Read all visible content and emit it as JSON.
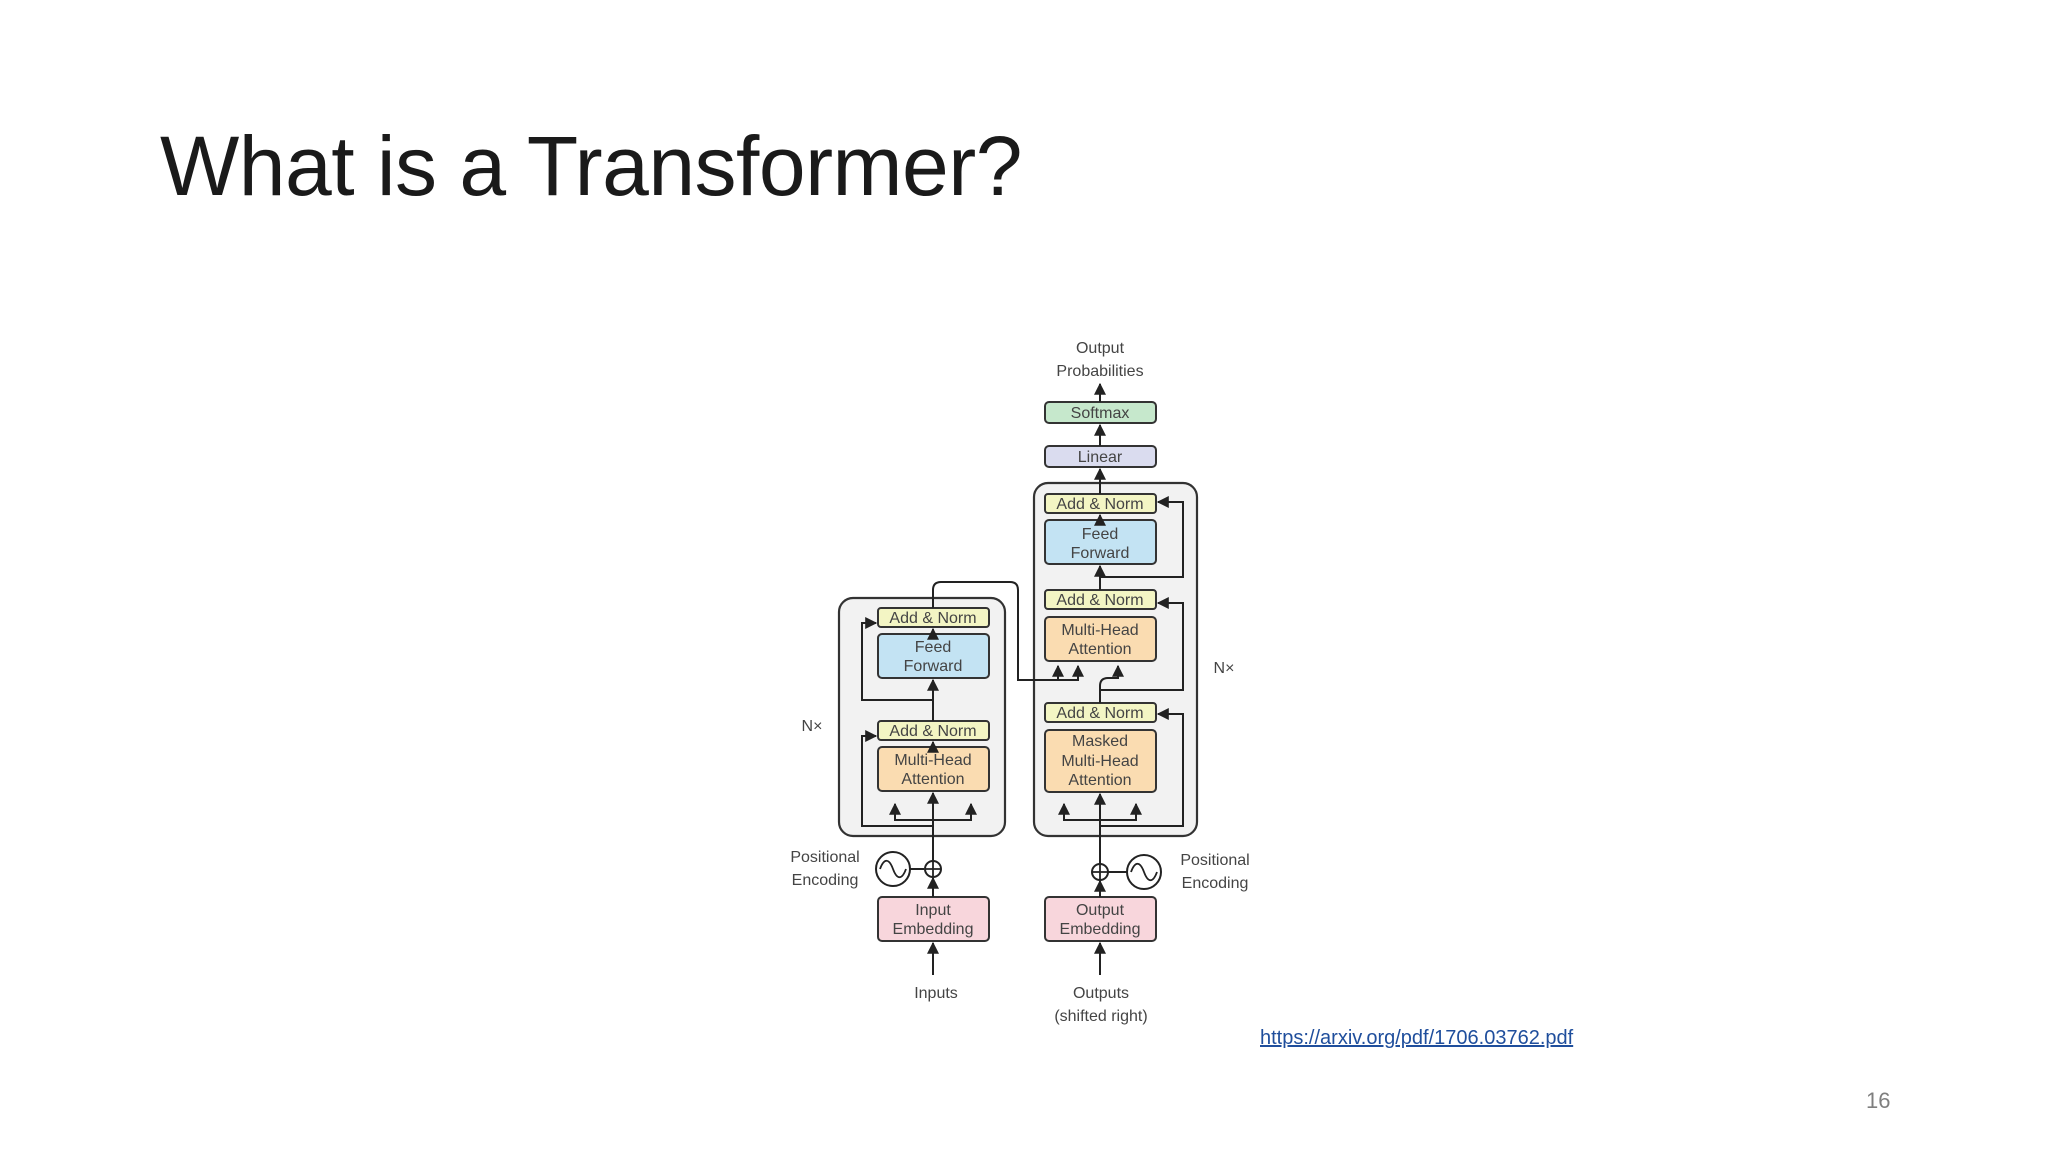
{
  "slide": {
    "title": "What is a Transformer?",
    "link": "https://arxiv.org/pdf/1706.03762.pdf",
    "page_number": "16"
  },
  "diagram": {
    "output_probabilities": [
      "Output",
      "Probabilities"
    ],
    "softmax": "Softmax",
    "linear": "Linear",
    "encoder": {
      "repeat_label": "N×",
      "add_norm_top": "Add & Norm",
      "feed_forward": [
        "Feed",
        "Forward"
      ],
      "add_norm_bottom": "Add & Norm",
      "attention": [
        "Multi-Head",
        "Attention"
      ],
      "positional_encoding": [
        "Positional",
        "Encoding"
      ],
      "embedding": [
        "Input",
        "Embedding"
      ],
      "inputs": "Inputs"
    },
    "decoder": {
      "repeat_label": "N×",
      "add_norm_top": "Add & Norm",
      "feed_forward": [
        "Feed",
        "Forward"
      ],
      "add_norm_mid": "Add & Norm",
      "cross_attention": [
        "Multi-Head",
        "Attention"
      ],
      "add_norm_bottom": "Add & Norm",
      "masked_attention": [
        "Masked",
        "Multi-Head",
        "Attention"
      ],
      "positional_encoding": [
        "Positional",
        "Encoding"
      ],
      "embedding": [
        "Output",
        "Embedding"
      ],
      "outputs": [
        "Outputs",
        "(shifted right)"
      ]
    },
    "colors": {
      "add_norm": "#f3f5c4",
      "feed_forward": "#c3e3f3",
      "attention": "#fadcb1",
      "embedding": "#f8d6dc",
      "softmax": "#c6e8cc",
      "linear": "#dadcef",
      "stroke": "#333333",
      "block_bg": "#f2f2f2"
    }
  }
}
